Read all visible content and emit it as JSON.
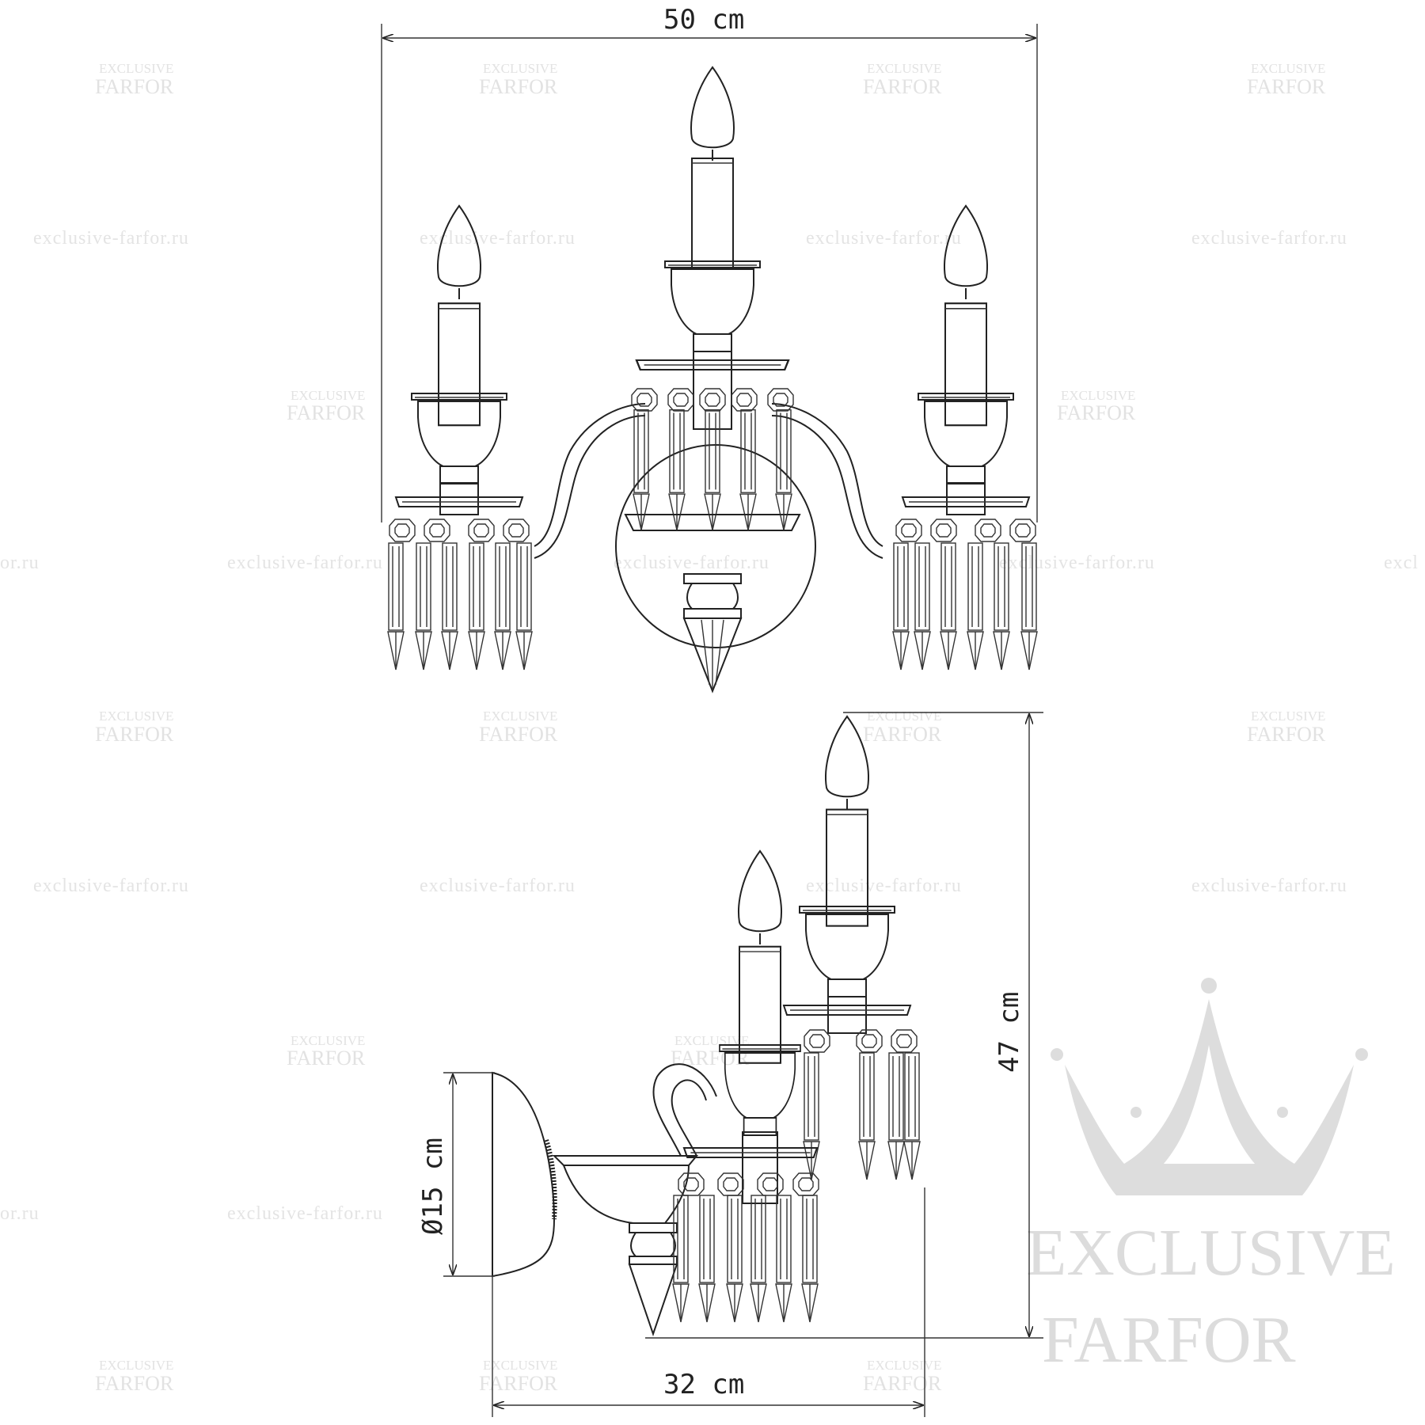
{
  "dimensions": {
    "width": "50 cm",
    "height": "47 cm",
    "depth": "32 cm",
    "diameter": "Ø15 cm"
  },
  "watermark": {
    "brand_line1": "EXCLUSIVE",
    "brand_line2": "FARFOR",
    "url": "exclusive-farfor.ru",
    "url_fragment_left": "or.ru",
    "url_fragment_right": "excl",
    "logo_line1": "EXCLUSIVE",
    "logo_line2": "FARFOR",
    "color": "#dddddd"
  },
  "line_color": "#222222"
}
